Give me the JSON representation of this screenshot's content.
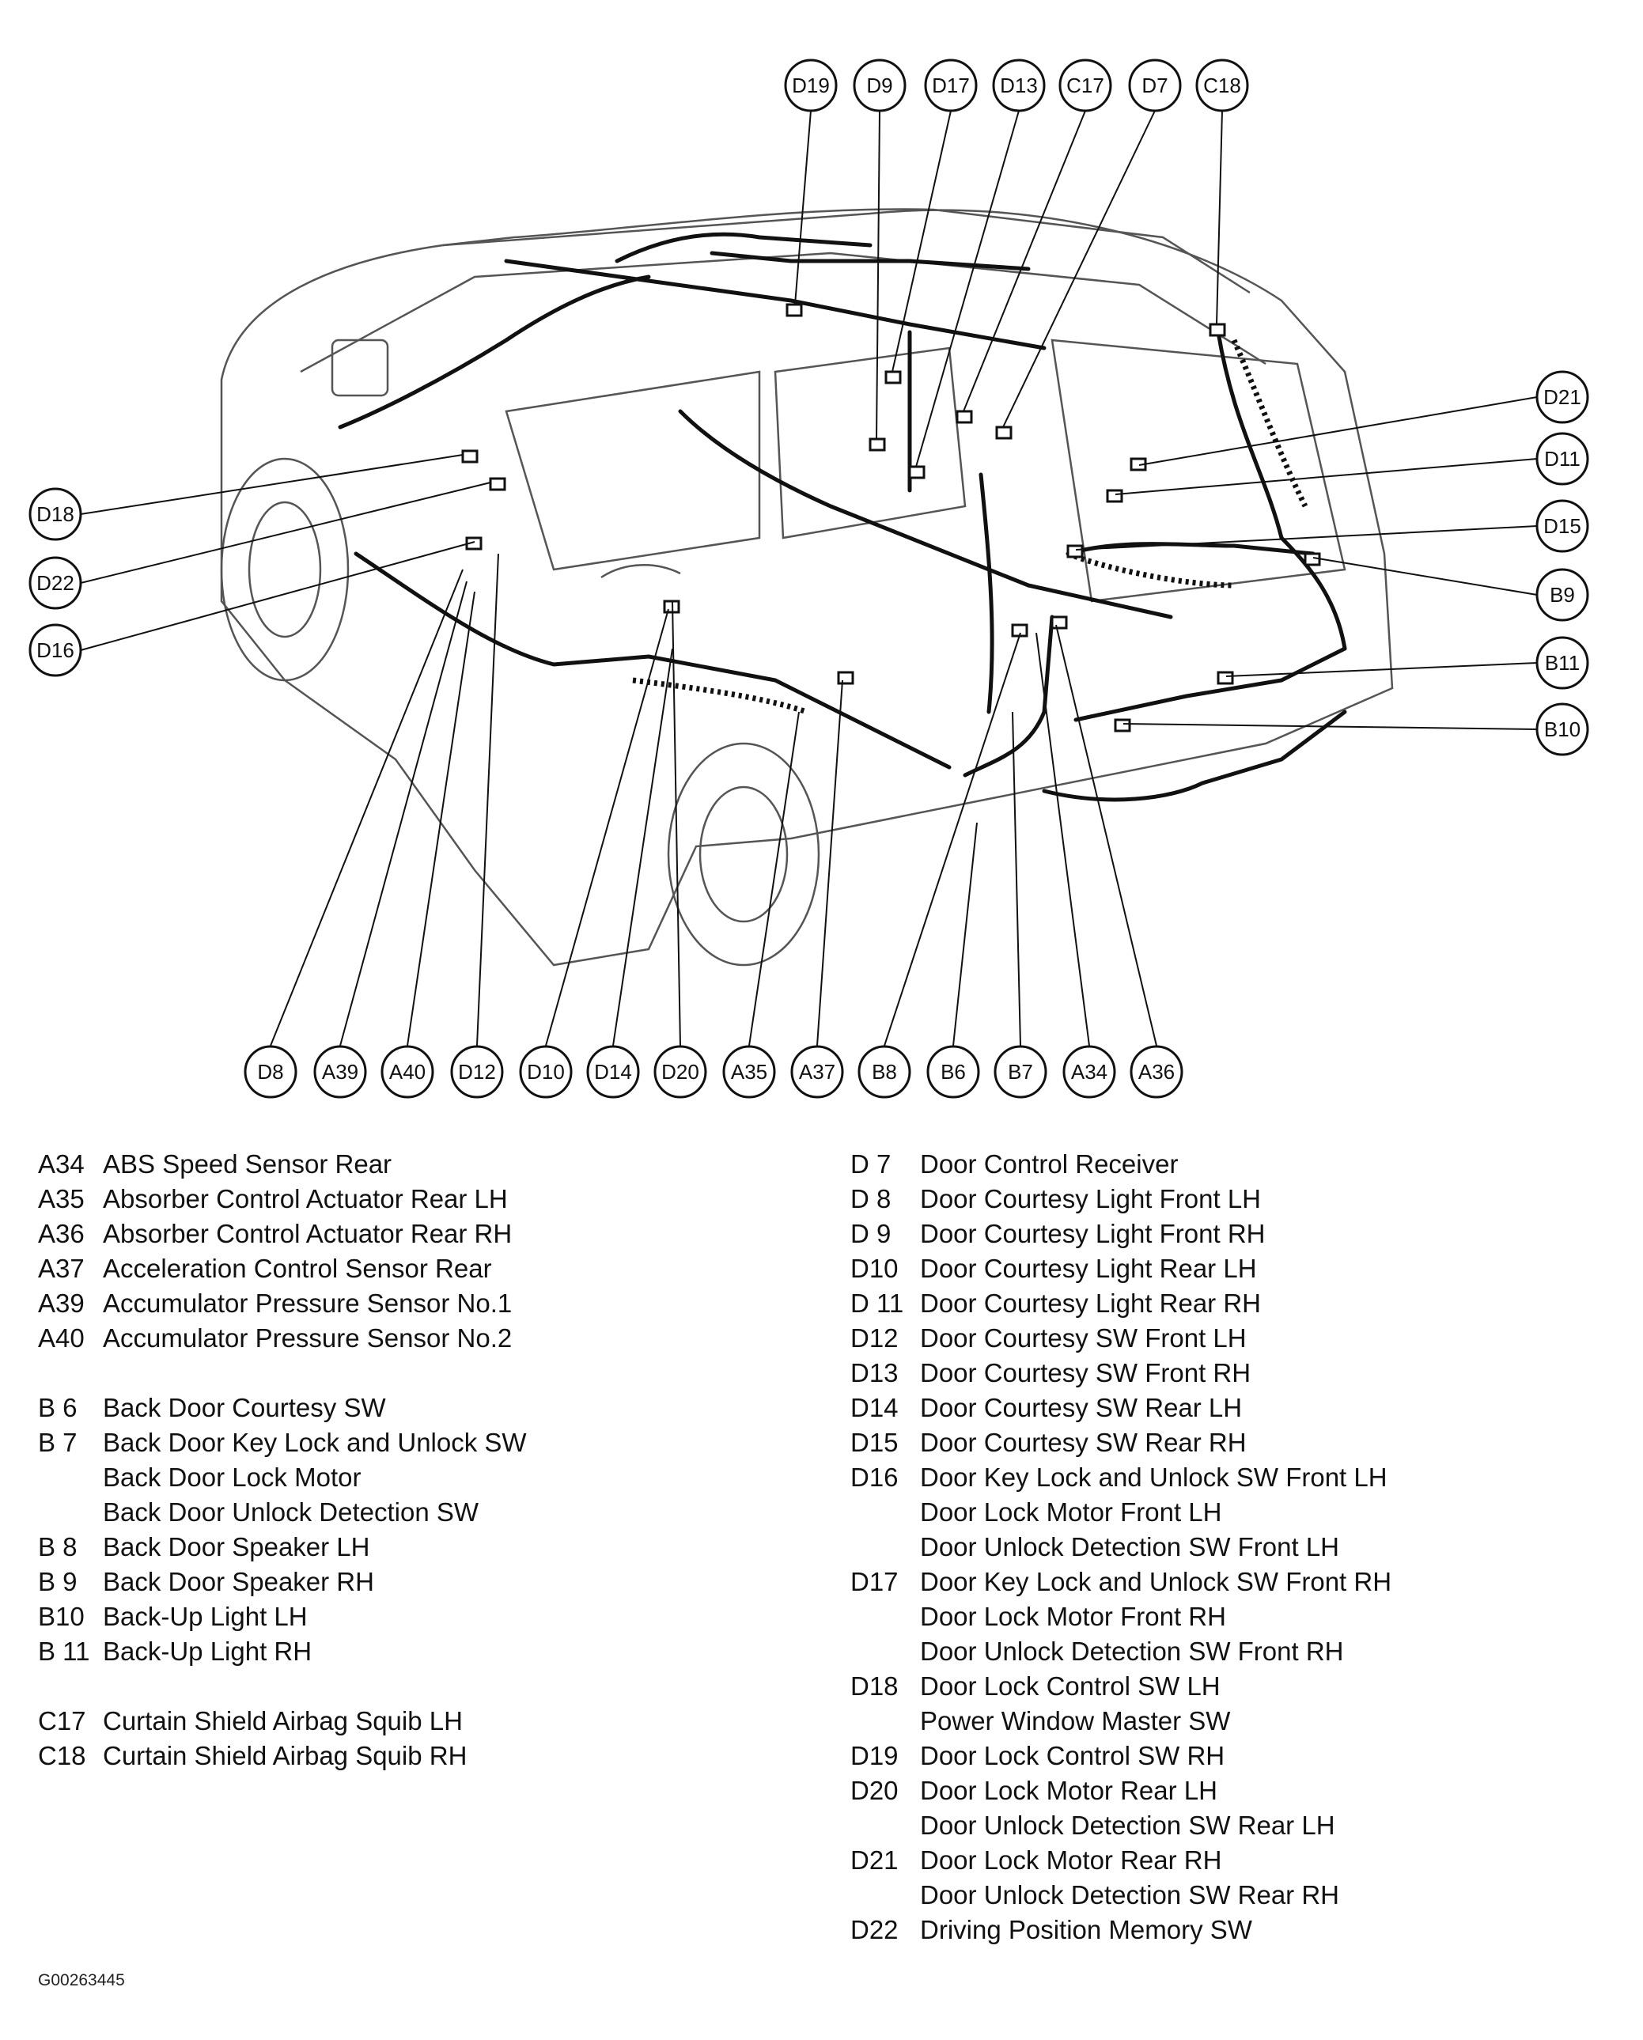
{
  "callouts_top": [
    "D19",
    "D9",
    "D17",
    "D13",
    "C17",
    "D7",
    "C18"
  ],
  "callouts_left": [
    "D18",
    "D22",
    "D16"
  ],
  "callouts_right": [
    "D21",
    "D11",
    "D15",
    "B9",
    "B11",
    "B10"
  ],
  "callouts_bottom": [
    "D8",
    "A39",
    "A40",
    "D12",
    "D10",
    "D14",
    "D20",
    "A35",
    "A37",
    "B8",
    "B6",
    "B7",
    "A34",
    "A36"
  ],
  "legend_left": [
    {
      "group": [
        {
          "code": "A34",
          "lines": [
            "ABS Speed Sensor Rear"
          ]
        },
        {
          "code": "A35",
          "lines": [
            "Absorber Control Actuator Rear LH"
          ]
        },
        {
          "code": "A36",
          "lines": [
            "Absorber Control Actuator Rear RH"
          ]
        },
        {
          "code": "A37",
          "lines": [
            "Acceleration Control Sensor Rear"
          ]
        },
        {
          "code": "A39",
          "lines": [
            "Accumulator Pressure Sensor No.1"
          ]
        },
        {
          "code": "A40",
          "lines": [
            "Accumulator Pressure Sensor No.2"
          ]
        }
      ]
    },
    {
      "group": [
        {
          "code": "B 6",
          "lines": [
            "Back Door Courtesy SW"
          ]
        },
        {
          "code": "B 7",
          "lines": [
            "Back Door Key Lock and Unlock SW",
            "Back Door Lock Motor",
            "Back Door Unlock Detection SW"
          ]
        },
        {
          "code": "B 8",
          "lines": [
            "Back Door Speaker LH"
          ]
        },
        {
          "code": "B 9",
          "lines": [
            "Back Door Speaker RH"
          ]
        },
        {
          "code": "B10",
          "lines": [
            "Back-Up Light LH"
          ]
        },
        {
          "code": "B 11",
          "lines": [
            "Back-Up Light RH"
          ]
        }
      ]
    },
    {
      "group": [
        {
          "code": "C17",
          "lines": [
            "Curtain Shield Airbag Squib LH"
          ]
        },
        {
          "code": "C18",
          "lines": [
            "Curtain Shield Airbag Squib RH"
          ]
        }
      ]
    }
  ],
  "legend_right": [
    {
      "code": "D 7",
      "lines": [
        "Door Control Receiver"
      ]
    },
    {
      "code": "D 8",
      "lines": [
        "Door Courtesy Light Front LH"
      ]
    },
    {
      "code": "D 9",
      "lines": [
        "Door Courtesy Light Front RH"
      ]
    },
    {
      "code": "D10",
      "lines": [
        "Door Courtesy Light Rear LH"
      ]
    },
    {
      "code": "D 11",
      "lines": [
        "Door Courtesy Light Rear RH"
      ]
    },
    {
      "code": "D12",
      "lines": [
        "Door Courtesy SW Front LH"
      ]
    },
    {
      "code": "D13",
      "lines": [
        "Door Courtesy SW Front RH"
      ]
    },
    {
      "code": "D14",
      "lines": [
        "Door Courtesy SW Rear LH"
      ]
    },
    {
      "code": "D15",
      "lines": [
        "Door Courtesy SW Rear RH"
      ]
    },
    {
      "code": "D16",
      "lines": [
        "Door Key Lock and Unlock SW Front LH",
        "Door Lock Motor Front LH",
        "Door Unlock Detection SW Front LH"
      ]
    },
    {
      "code": "D17",
      "lines": [
        "Door Key Lock and Unlock SW Front RH",
        "Door Lock Motor Front RH",
        "Door Unlock Detection SW Front RH"
      ]
    },
    {
      "code": "D18",
      "lines": [
        "Door Lock Control SW LH",
        "Power Window Master SW"
      ]
    },
    {
      "code": "D19",
      "lines": [
        "Door Lock Control SW RH"
      ]
    },
    {
      "code": "D20",
      "lines": [
        "Door Lock Motor Rear LH",
        "Door Unlock Detection SW Rear LH"
      ]
    },
    {
      "code": "D21",
      "lines": [
        "Door Lock Motor Rear RH",
        "Door Unlock Detection SW Rear RH"
      ]
    },
    {
      "code": "D22",
      "lines": [
        "Driving Position Memory SW"
      ]
    }
  ],
  "figure_id": "G00263445"
}
